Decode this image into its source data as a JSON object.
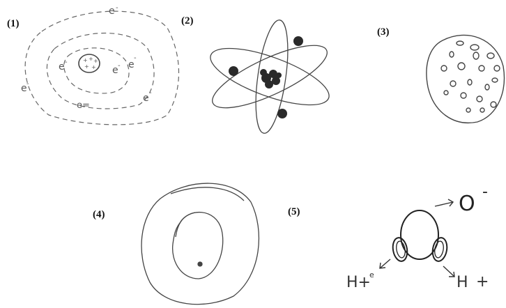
{
  "figures": [
    {
      "label": "(1)"
    },
    {
      "label": "(2)"
    },
    {
      "label": "(3)"
    },
    {
      "label": "(4)"
    },
    {
      "label": "(5)"
    }
  ],
  "sketch1": {
    "electron": "e",
    "electron_minus": "-",
    "electron_alt": "e=",
    "nucleus_signs": [
      "+",
      "+",
      "+",
      "+",
      "+"
    ]
  },
  "sketch5": {
    "oxygen_label": "O",
    "oxygen_charge": "-",
    "hydrogen_left": "H+",
    "hydrogen_left_sup": "e",
    "hydrogen_right": "H",
    "hydrogen_right_sign": "+"
  },
  "colors": {
    "ink": "#333333",
    "pencil": "#555555",
    "dark_blob": "#2a2a2a"
  },
  "icons": [
    "arrow-icon"
  ]
}
